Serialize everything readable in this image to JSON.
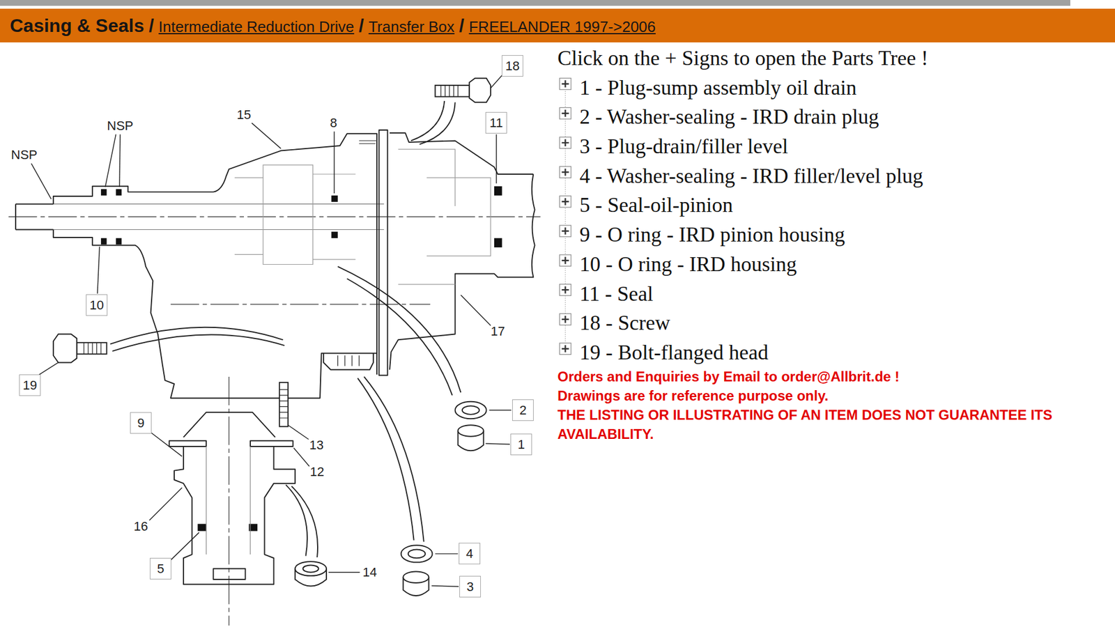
{
  "diagram": {
    "title": "Casing & Seals",
    "nodes": [
      {
        "text": [
          "18"
        ]
      },
      {
        "text": [
          "11"
        ]
      },
      {
        "text": [
          "10"
        ]
      },
      {
        "text": [
          "19"
        ]
      },
      {
        "text": [
          "2"
        ]
      },
      {
        "text": [
          "9"
        ]
      },
      {
        "text": [
          "1"
        ]
      },
      {
        "text": [
          "4"
        ]
      },
      {
        "text": [
          "5"
        ]
      },
      {
        "text": [
          "3"
        ]
      }
    ],
    "labels": [
      "/",
      "Intermediate Reduction Drive",
      "/",
      "Transfer Box",
      "/",
      "FREELANDER 1997->2006",
      "Click on the + Signs to open the Parts Tree !",
      "1 - Plug-sump assembly oil drain",
      "2 - Washer-sealing - IRD drain plug",
      "3 - Plug-drain/filler level",
      "4 - Washer-sealing - IRD filler/level plug",
      "5 - Seal-oil-pinion",
      "9 - O ring - IRD pinion housing",
      "10 - O ring - IRD housing",
      "11 - Seal",
      "18 - Screw",
      "19 - Bolt-flanged head",
      "Orders and Enquiries by Email to order@Allbrit.de !",
      "Drawings are for reference purpose only.",
      "THE LISTING OR ILLUSTRATING OF AN ITEM DOES NOT GUARANTEE ITS AVAILABILITY.",
      "15",
      "8",
      "NSP",
      "NSP",
      "17",
      "13",
      "12",
      "16",
      "14"
    ]
  }
}
